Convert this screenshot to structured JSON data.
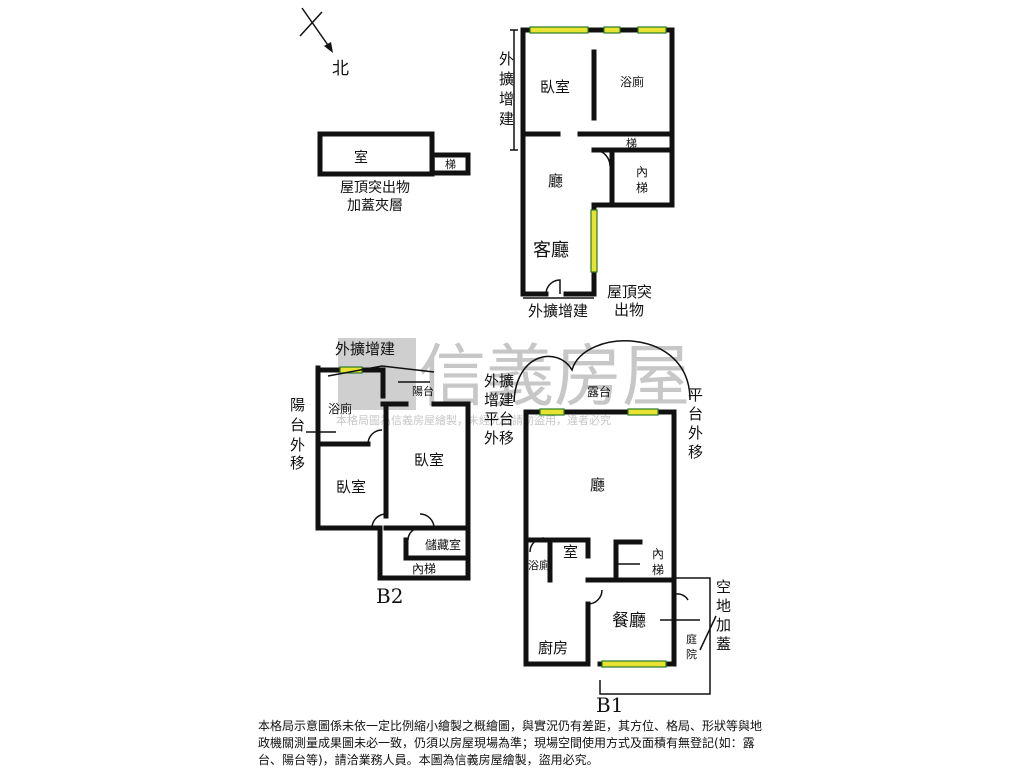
{
  "north_label": "北",
  "roof_section": {
    "room_label": "室",
    "stair_label": "梯",
    "caption_line1": "屋頂突出物",
    "caption_line2": "加蓋夾層"
  },
  "top_floor": {
    "side_label": [
      "外",
      "擴",
      "增",
      "建"
    ],
    "bedroom": "臥室",
    "bathroom": "浴廁",
    "stair": "梯",
    "hall": "廳",
    "inner_stair": [
      "內",
      "梯"
    ],
    "living_room": "客廳",
    "bottom_label": "外擴增建",
    "roof_label_line1": "屋頂突",
    "roof_label_line2": "出物"
  },
  "b2": {
    "top_label": "外擴增建",
    "balcony_label": [
      "陽",
      "台",
      "外",
      "移"
    ],
    "bathroom": "浴廁",
    "balcony": "陽台",
    "bedroom_left": "臥室",
    "bedroom_right": "臥室",
    "storage": "儲藏室",
    "inner_stair": "內梯",
    "floor_label": "B2"
  },
  "b1": {
    "ext_label": [
      "外擴",
      "增建",
      "平台",
      "外移"
    ],
    "terrace": "露台",
    "right_label": [
      "平",
      "台",
      "外",
      "移"
    ],
    "hall": "廳",
    "bathroom": "浴廁",
    "room": "室",
    "inner_stair": [
      "內",
      "梯"
    ],
    "dining": "餐廳",
    "kitchen": "廚房",
    "garden": [
      "庭",
      "院"
    ],
    "vacant_label": [
      "空",
      "地",
      "加",
      "蓋"
    ],
    "floor_label": "B1"
  },
  "watermark": {
    "brand": "信義房屋",
    "notice": "本格局圖為信義房屋繪製，未經允許請勿盜用，違者必究"
  },
  "disclaimer": "本格局示意圖係未依一定比例縮小繪製之概繪圖，與實況仍有差距，其方位、格局、形狀等與地政機關測量成果圖未必一致，仍須以房屋現場為準；現場空間使用方式及面積有無登記(如：露台、陽台等)，請洽業務人員。本圖為信義房屋繪製，盜用必究。",
  "colors": {
    "window": "#e8e330",
    "window_edge": "#2a7a2a",
    "wall": "#111111",
    "watermark": "#c7c7c7"
  }
}
